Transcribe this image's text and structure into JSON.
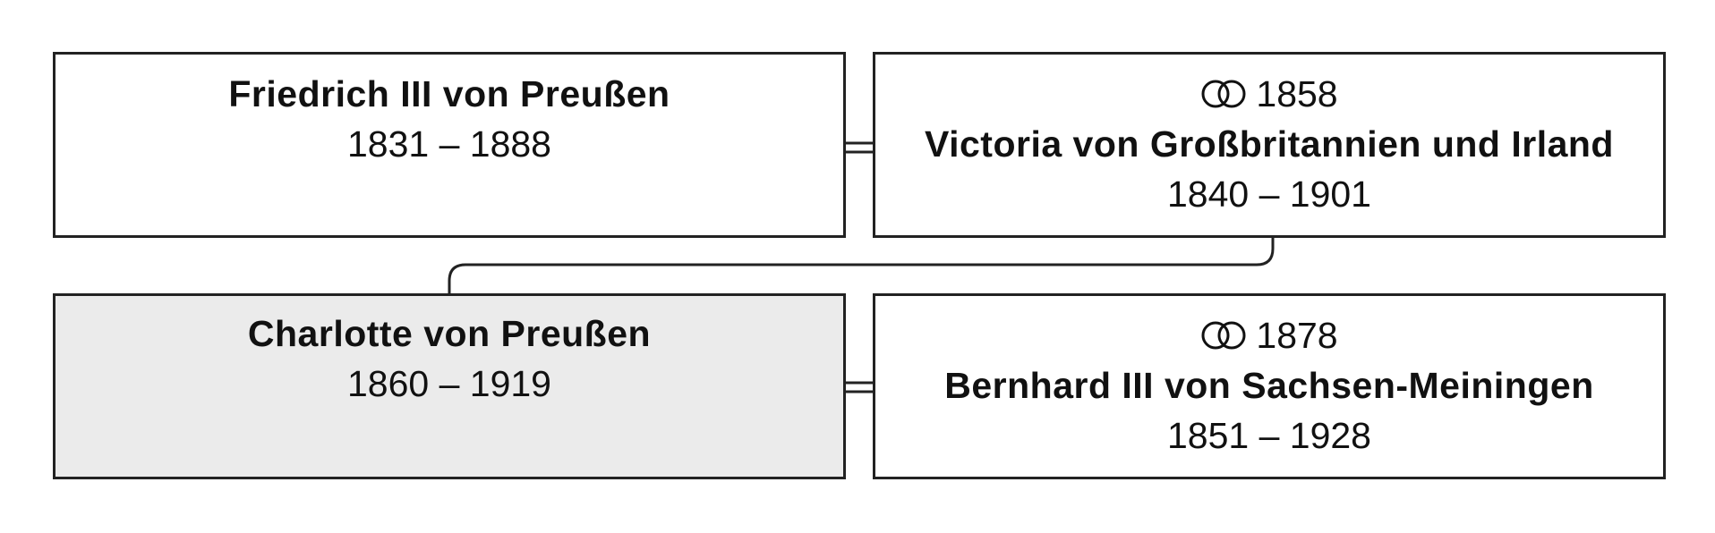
{
  "generation1": {
    "person": {
      "name": "Friedrich III von Preußen",
      "dates": "1831 – 1888"
    },
    "spouse": {
      "marriage_year": "1858",
      "name": "Victoria von Großbritannien und Irland",
      "dates": "1840 – 1901"
    }
  },
  "generation2": {
    "person": {
      "name": "Charlotte von Preußen",
      "dates": "1860 – 1919"
    },
    "spouse": {
      "marriage_year": "1878",
      "name": "Bernhard III von Sachsen-Meiningen",
      "dates": "1851 – 1928"
    }
  },
  "colors": {
    "border": "#222222",
    "highlight": "#ebebeb"
  },
  "icons": {
    "marriage": "wedding-rings-icon"
  }
}
